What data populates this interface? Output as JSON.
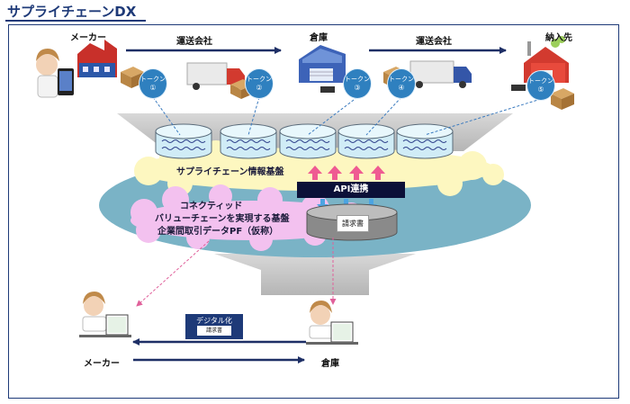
{
  "title": "サプライチェーンDX",
  "top_labels": {
    "maker": "メーカー",
    "carrier_1": "運送会社",
    "warehouse": "倉庫",
    "carrier_2": "運送会社",
    "destination": "納入先"
  },
  "tokens": [
    {
      "label": "トークン",
      "number": "①"
    },
    {
      "label": "トークン",
      "number": "②"
    },
    {
      "label": "トークン",
      "number": "③"
    },
    {
      "label": "トークン",
      "number": "④"
    },
    {
      "label": "トークン",
      "number": "⑤"
    }
  ],
  "ledger_entry": "ｰｰ",
  "platform": {
    "info_base": "サプライチェーン情報基盤",
    "connected_line1": "コネクティッド",
    "connected_line2": "バリューチェーンを実現する基盤",
    "connected_line3": "企業間取引データPF（仮称）",
    "api": "API連携",
    "invoice_db": "請求書"
  },
  "bottom": {
    "maker": "メーカー",
    "warehouse": "倉庫",
    "digitization": "デジタル化",
    "invoice_doc": "請求書"
  },
  "colors": {
    "title": "#1e3a78",
    "token": "#2f80bf",
    "cloud_outer": "#7ab3c6",
    "cloud_yellow": "#fdf7c0",
    "cloud_pink": "#f3c1ef",
    "api_bar": "#0b1038",
    "pink_arrow": "#ef5b92",
    "blue_arrow": "#4ca4e2",
    "flow_arrow": "#1e2f66"
  }
}
